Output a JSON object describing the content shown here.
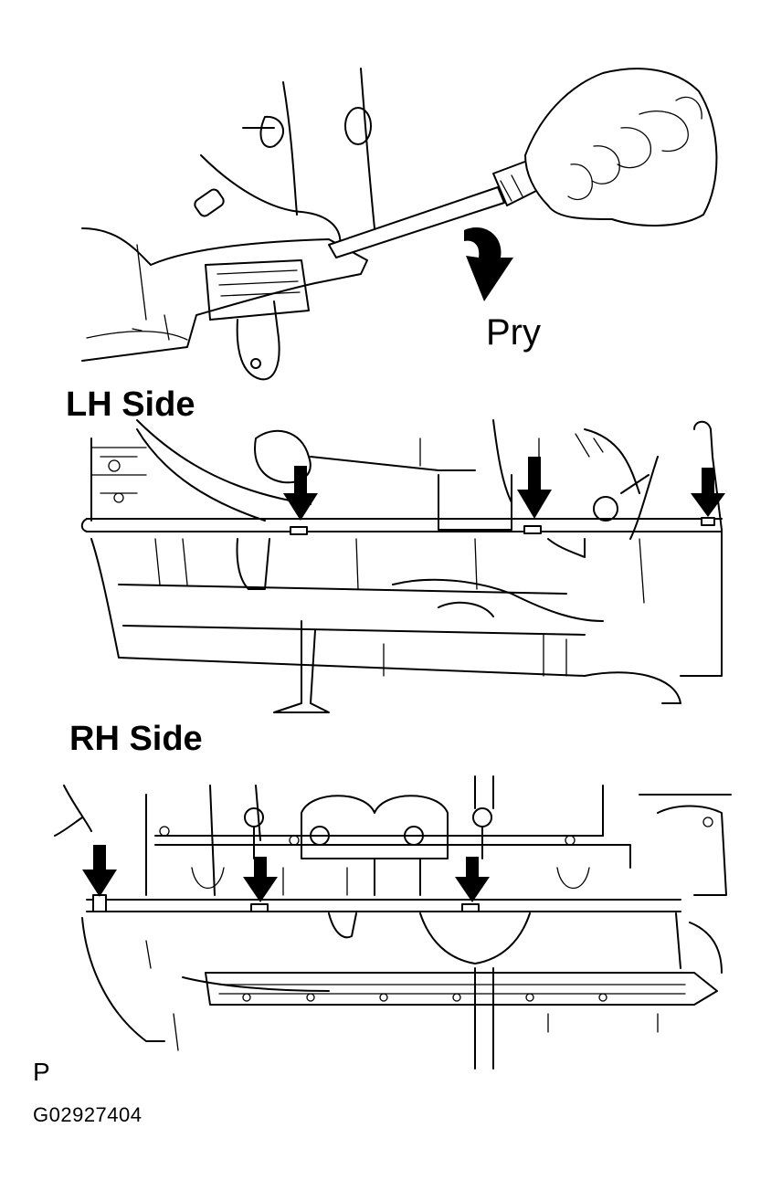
{
  "labels": {
    "pry": "Pry",
    "lh_side": "LH Side",
    "rh_side": "RH Side",
    "footer_letter": "P",
    "figure_code": "G02927404"
  },
  "colors": {
    "line": "#000000",
    "background": "#ffffff"
  },
  "icons": {
    "pry_direction": "curved-arrow-icon",
    "pry_point": "down-arrow-icon"
  }
}
